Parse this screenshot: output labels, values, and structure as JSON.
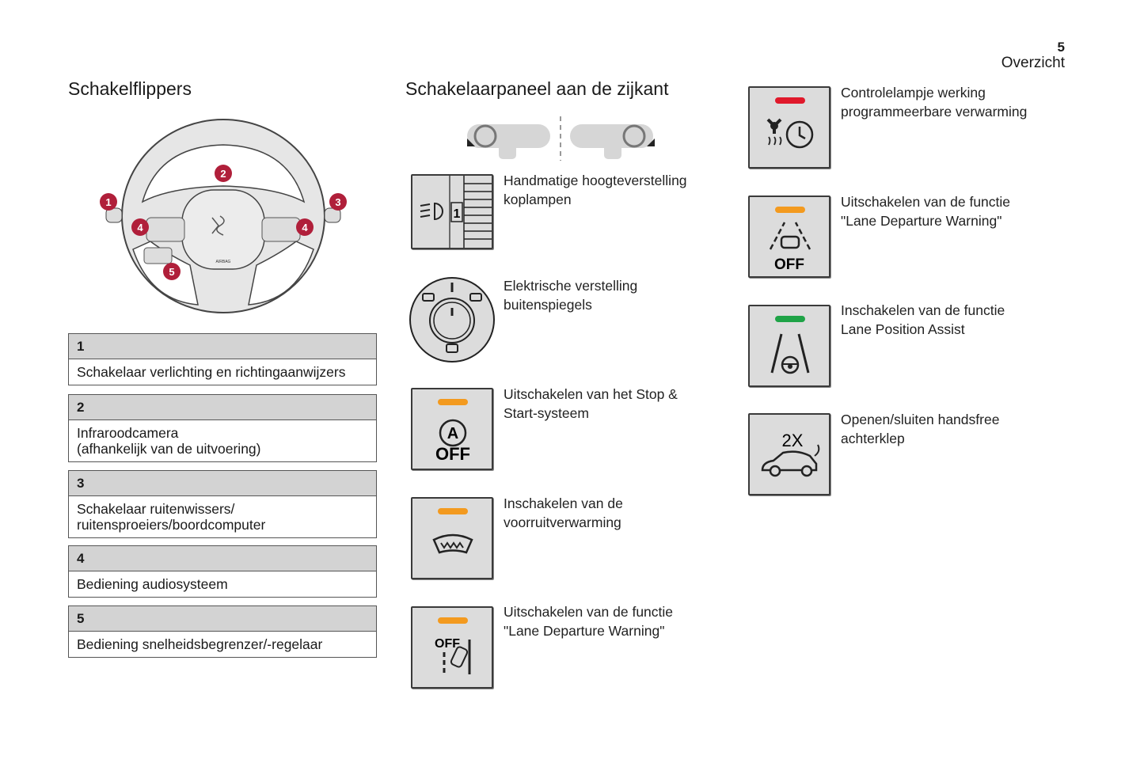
{
  "header": {
    "page_number": "5",
    "section": "Overzicht"
  },
  "left": {
    "title": "Schakelflippers",
    "wheel": {
      "callouts": [
        "1",
        "2",
        "3",
        "4",
        "4",
        "5"
      ],
      "airbag_label": "AIRBAG"
    },
    "items": [
      {
        "num": "1",
        "text": "Schakelaar verlichting en richtingaanwijzers"
      },
      {
        "num": "2",
        "text": "Infraroodcamera",
        "text2": "(afhankelijk van de uitvoering)"
      },
      {
        "num": "3",
        "text": "Schakelaar ruitenwissers/",
        "text2": "ruitensproeiers/boordcomputer"
      },
      {
        "num": "4",
        "text": "Bediening audiosysteem"
      },
      {
        "num": "5",
        "text": "Bediening snelheidsbegrenzer/-regelaar"
      }
    ]
  },
  "middle": {
    "title": "Schakelaarpaneel aan de zijkant",
    "items": [
      {
        "l1": "Handmatige hoogteverstelling",
        "l2": "koplampen",
        "icon": "headlamp-level-icon",
        "icon_text": "1"
      },
      {
        "l1": "Elektrische verstelling",
        "l2": "buitenspiegels",
        "icon": "mirror-adjust-icon"
      },
      {
        "l1": "Uitschakelen van het Stop &",
        "l2": "Start-systeem",
        "icon": "stop-start-off-icon",
        "icon_text": "OFF"
      },
      {
        "l1": "Inschakelen van de",
        "l2": "voorruitverwarming",
        "icon": "windscreen-heating-icon"
      },
      {
        "l1": "Uitschakelen van de functie",
        "l2": "\"Lane Departure Warning\"",
        "icon": "lane-departure-off-icon",
        "icon_text": "OFF"
      }
    ]
  },
  "right": {
    "items": [
      {
        "l1": "Controlelampje werking",
        "l2": "programmeerbare verwarming",
        "icon": "programmable-heating-icon"
      },
      {
        "l1": "Uitschakelen van de functie",
        "l2": "\"Lane Departure Warning\"",
        "icon": "lane-departure-off-icon",
        "icon_text": "OFF"
      },
      {
        "l1": "Inschakelen van de functie",
        "l2": "Lane Position Assist",
        "icon": "lane-position-assist-icon"
      },
      {
        "l1": "Openen/sluiten handsfree",
        "l2": "achterklep",
        "icon": "handsfree-tailgate-icon",
        "icon_text": "2X"
      }
    ]
  },
  "colors": {
    "lamp_red": "#e0192b",
    "lamp_orange": "#f39a1f",
    "lamp_green": "#1fa347",
    "callout": "#b01f3a"
  }
}
